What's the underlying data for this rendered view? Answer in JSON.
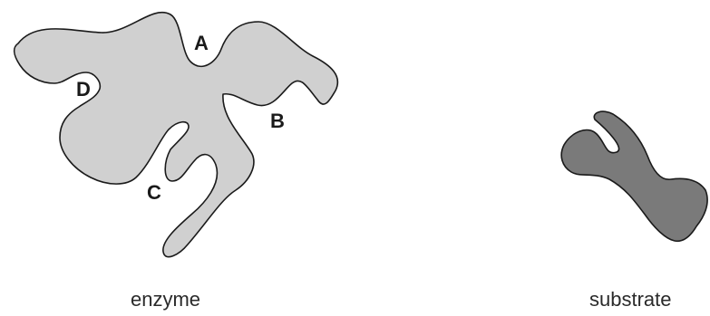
{
  "enzyme": {
    "caption": "enzyme",
    "fill_color": "#d0d0d0",
    "outline_color": "#1a1a1a",
    "sites": {
      "a": "A",
      "b": "B",
      "c": "C",
      "d": "D"
    }
  },
  "substrate": {
    "caption": "substrate",
    "fill_color": "#7a7a7a",
    "outline_color": "#1a1a1a"
  }
}
